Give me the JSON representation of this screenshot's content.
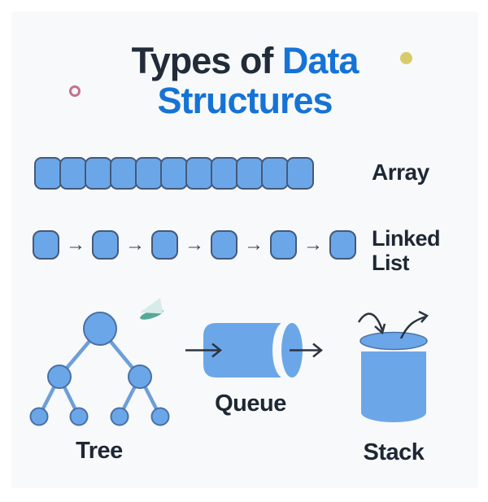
{
  "title": {
    "prefix": "Types of ",
    "highlight": "Data",
    "line2": "Structures"
  },
  "sections": {
    "array": {
      "label": "Array",
      "box_count": 11
    },
    "linked_list": {
      "label_line1": "Linked",
      "label_line2": "List",
      "node_count": 6,
      "arrow_glyph": "→"
    },
    "tree": {
      "label": "Tree"
    },
    "queue": {
      "label": "Queue"
    },
    "stack": {
      "label": "Stack"
    }
  },
  "decorations": {
    "yellow_dot_color": "#d9cb6a",
    "pink_ring_color": "#c4718c",
    "teal_cone_light": "#d6ece8",
    "teal_cone_dark": "#57a79a"
  },
  "colors": {
    "background": "#ffffff",
    "card_background": "#f8f9fa",
    "title_dark": "#222b38",
    "title_blue": "#1673d6",
    "shape_fill": "#6ba7e8",
    "shape_border": "#44597a",
    "tree_edge": "#6d9fd8",
    "arrow_dark": "#2c3440",
    "label_text": "#1e2734"
  }
}
